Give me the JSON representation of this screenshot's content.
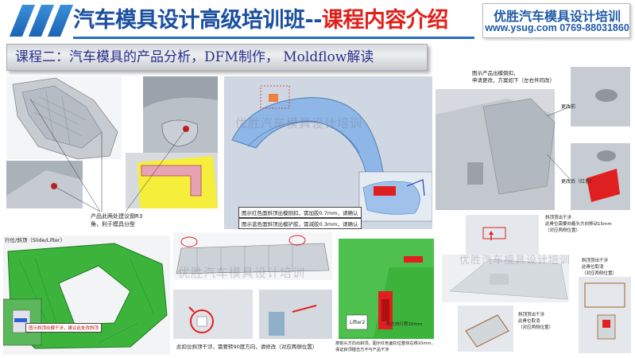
{
  "header": {
    "title_main": "汽车模具设计高级培训班",
    "title_sep": "--",
    "title_accent": "课程内容介绍"
  },
  "brand": {
    "name": "优胜汽车模具设计培训",
    "contact": "www.ysug.com 0769-88031860"
  },
  "banner": {
    "text": "课程二：汽车模具的产品分析，DFM制作， Moldflow解读"
  },
  "panels": {
    "trim_panel": {
      "caption_line1": "产品此两处建议倒R3",
      "caption_line2": "角，利于模具分型"
    },
    "pillar": {
      "watermark": "优胜汽车模具设计培训",
      "note_red": "图示红色面斜顶出模倒扣，需加胶0.7mm，请确认",
      "note_blue": "图示蓝色面斜顶出模铲胶，需减胶0.3mm，请确认"
    },
    "right_top": {
      "note_line1": "图示产品出模倒扣，",
      "note_line2": "申请更改，方案如下（左右件同改）",
      "label_before": "更改前",
      "label_after": "更改后（红色）"
    },
    "slide_lifter": {
      "title": "行位/斜顶（Slide/Lifter）",
      "note": "图示斜顶出模干涉，建议此处改斜顶"
    },
    "mid_bottom": {
      "watermark": "优胜汽车模具设计培训",
      "caption": "此扣位斜顶干涉，需要转90度方向，请修改（对应两侧位置）"
    },
    "green_part": {
      "tag": "Lifter2",
      "dim": "斜方向行程10mm",
      "caption_line1": "按箭头方向出斜顶，图示红色面扣位整体右移10mm，",
      "caption_line2": "保证斜顶撞击方不与产品干涉"
    },
    "right_bottom": {
      "watermark": "优胜汽车模具设计培训",
      "note1_line1": "斜顶顶出干涉",
      "note1_line2": "此骨位需要向着头方向移动15mm",
      "note1_line3": "（对应两侧位置）",
      "note2_line1": "斜顶顶出干涉",
      "note2_line2": "此骨位取消",
      "note2_line3": "（对应两侧位置）",
      "note3_line1": "斜顶顶出干涉",
      "note3_line2": "此骨位取消",
      "note3_line3": "（对应两侧位置）"
    }
  },
  "colors": {
    "title_blue": "#1b4fa0",
    "title_red": "#e0201a",
    "banner_text": "#2a2f8c",
    "part_green": "#3cb43c",
    "highlight_red": "#e02020",
    "highlight_yellow": "#f5ee3a"
  }
}
